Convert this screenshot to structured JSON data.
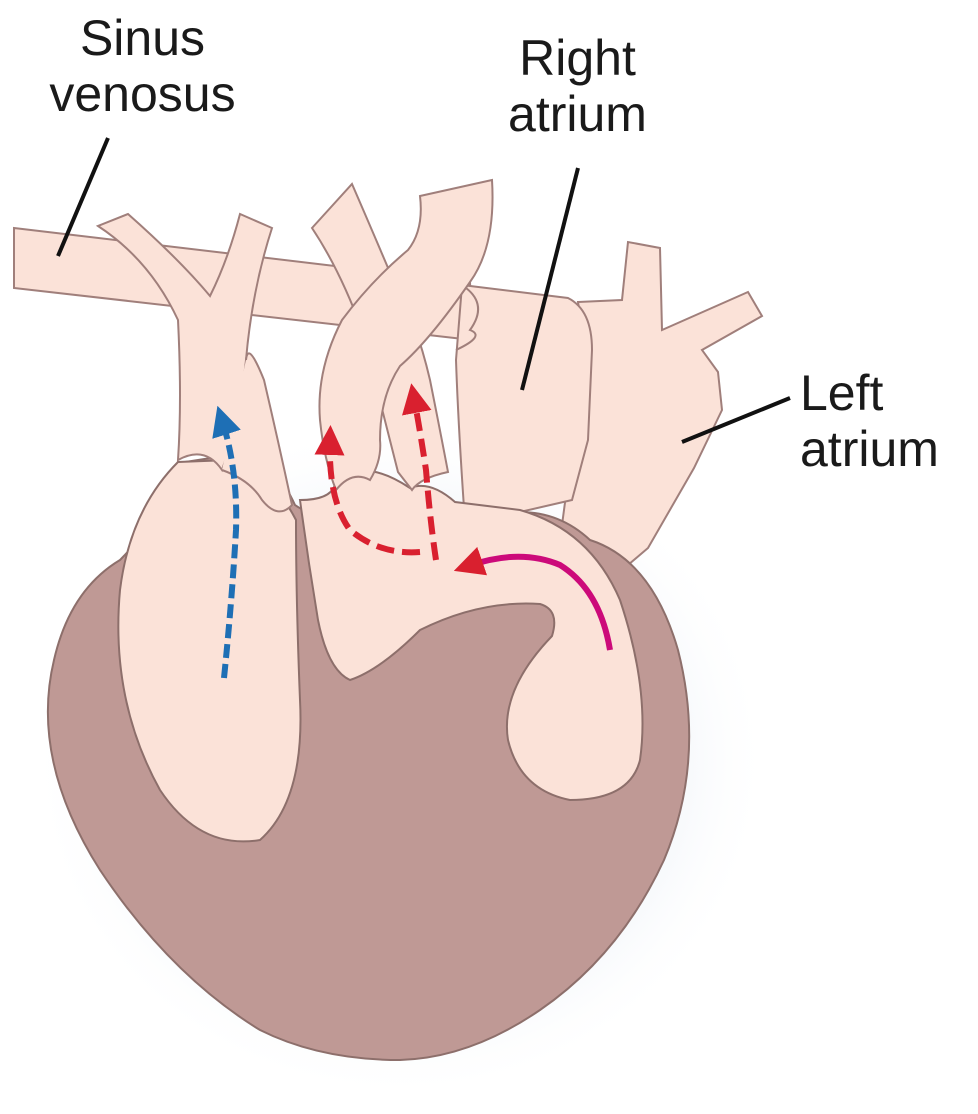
{
  "labels": {
    "sinus_venosus": {
      "line1": "Sinus",
      "line2": "venosus"
    },
    "right_atrium": {
      "line1": "Right",
      "line2": "atrium"
    },
    "left_atrium": {
      "line1": "Left",
      "line2": "atrium"
    }
  },
  "colors": {
    "tissue_light": "#fbe2d8",
    "tissue_outline": "#a07f7b",
    "heart_dark": "#bf9995",
    "shadow": "#dfe6f0",
    "arrow_blue": "#1e6fb5",
    "arrow_red": "#d9202f",
    "arrow_magenta": "#cc0a7a",
    "leader_line": "#111111"
  }
}
